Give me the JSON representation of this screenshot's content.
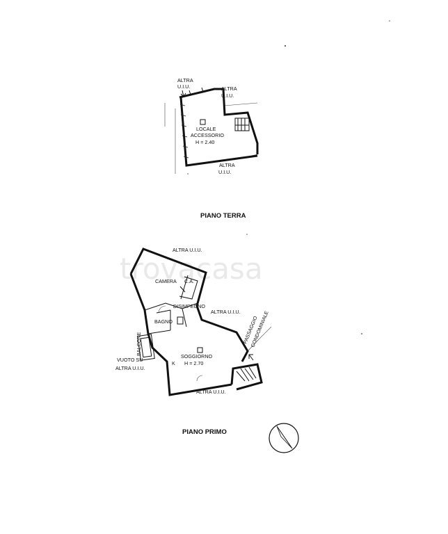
{
  "watermark": "trovacasa",
  "ground_floor": {
    "title": "PIANO TERRA",
    "other_unit_nw": [
      "ALTRA",
      "U.I.U."
    ],
    "other_unit_ne": [
      "ALTRA",
      "U.I.U."
    ],
    "other_unit_s": [
      "ALTRA",
      "U.I.U."
    ],
    "room": [
      "LOCALE",
      "ACCESSORIO"
    ],
    "height": "H = 2.40"
  },
  "first_floor": {
    "title": "PIANO PRIMO",
    "other_unit_n": "ALTRA U.I.U.",
    "other_unit_e": "ALTRA U.I.U.",
    "other_unit_s": "ALTRA U.I.U.",
    "camera": "CAMERA",
    "closet": "C.A.",
    "hall": "DISIMPEGNO",
    "bath": "BAGNO",
    "balcony": "BALCONE",
    "living": "SOGGIORNO",
    "height": "H = 2.70",
    "void": [
      "VUOTO SU",
      "ALTRA U.I.U."
    ],
    "kitchen": "K",
    "passage": [
      "PASSAGGIO",
      "CONDOMINIALE"
    ]
  },
  "compass": {
    "icon": "north-arrow-icon"
  }
}
